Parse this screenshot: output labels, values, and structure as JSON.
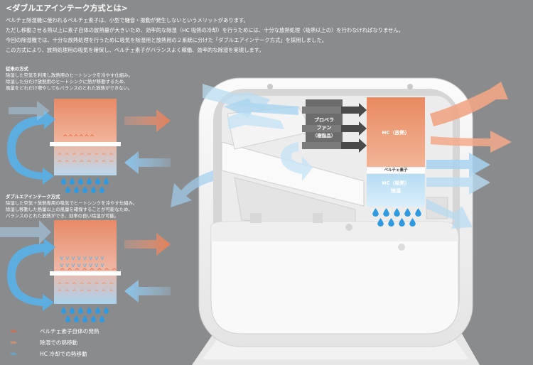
{
  "title": "<ダブルエアインテーク方式とは>",
  "intro": [
    "ペルチェ除湿機に使われるペルチェ素子は、小型で騒音・振動が発生しないというメリットがあります。",
    "ただし移動させる熱以上に素子自体の放熱量が大きいため、効率的な除湿（HC 吸熱の冷却）を行うためには、十分な放熱処理（吸熱以上の）を行わなければなりません。",
    "今回の除湿機では、十分な放熱処理を行うために吸気を除湿用と放熱用の２系統に分けた「ダブルエアインテーク方式」を採用しました。",
    "この方式により、放熱処理用の吸気を確保し、ペルチェ素子がバランスよく稼働、効率的な除湿を実現します。"
  ],
  "conventional": {
    "heading": "従来の方式",
    "lines": [
      "除湿した空気を利用し放熱用のヒートシンクを冷やす仕組み。",
      "除湿した分だけ放熱用のヒートシンクに熱が移動するため、",
      "風量をどれだけ増やしてもバランスのとれた放熱ができない。"
    ]
  },
  "double": {
    "heading": "ダブルエアインテーク方式",
    "lines": [
      "除湿した空気＋放熱専用の吸気でヒートシンクを冷やす仕組み。",
      "除湿し移動した熱量以上の風量を確保することが可能なため、",
      "バランスのとれた放熱ができ、効率の良い除湿が可能。"
    ]
  },
  "device": {
    "fan_line1": "プロペラ",
    "fan_line2": "ファン",
    "fan_line3": "（樹脂品）",
    "hc_hot": "HC（放熱）",
    "peltier": "ペルチェ素子",
    "hc_cold_line1": "HC（吸熱）",
    "hc_cold_line2": "除湿"
  },
  "legend": [
    {
      "marker": "›››››",
      "label": "ペルチェ素子自体の発熱",
      "color": "#e8603c"
    },
    {
      "marker": "›››››",
      "label": "除湿での熱移動",
      "color": "#f0946a"
    },
    {
      "marker": "›››››",
      "label": "HC 冷却での熱移動",
      "color": "#5ab4e6"
    }
  ],
  "colors": {
    "warm": "#e8845e",
    "cool": "#8fc8ec",
    "drop": "#2f9ae0",
    "bg": "#8a8b8d"
  }
}
